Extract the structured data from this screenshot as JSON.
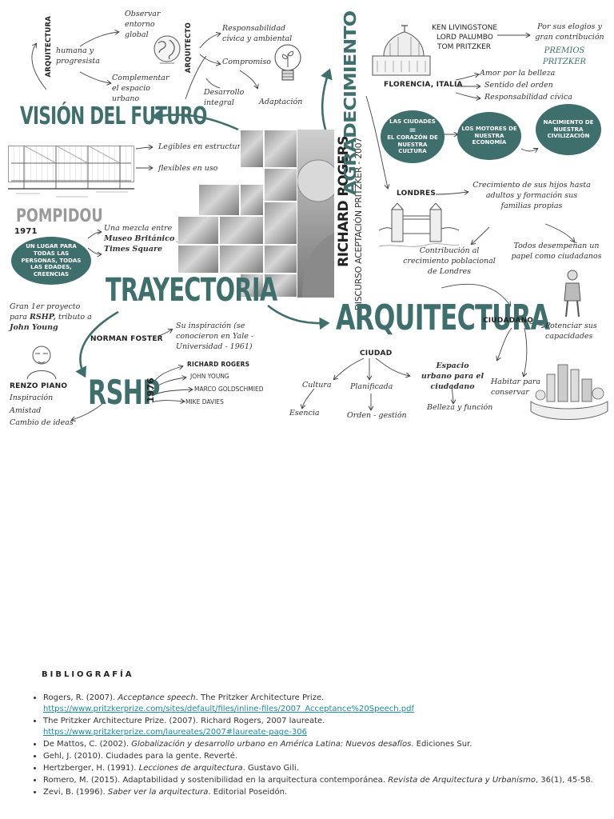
{
  "vision": {
    "title": "VISIÓN DEL FUTURO",
    "arquitectura_label": "ARQUITECTURA",
    "humana": "humana y progresista",
    "observar": "Observar entorno global",
    "complementar": "Complementar el espacio urbano",
    "arquitecto_label": "ARQUITECTO",
    "responsabilidad": "Responsabilidad cívica y ambiental",
    "compromiso": "Compromiso",
    "desarrollo": "Desarrollo integral",
    "adaptacion": "Adaptación",
    "legibles": "Legibles en estructura",
    "flexibles": "flexibles en uso"
  },
  "pompidou": {
    "title": "POMPIDOU",
    "year": "1971",
    "bubble": "UN LUGAR PARA TODAS LAS PERSONAS, TODAS LAS EDADES, CREENCIAS",
    "mezcla_pre": "Una mezcla entre",
    "mezcla_b1": "Museo Británico",
    "mezcla_mid": "y",
    "mezcla_b2": "Times Square"
  },
  "center": {
    "name": "RICHARD ROGERS",
    "subtitle": "DISCURSO ACEPTACIÓN PRITZKER - 2007"
  },
  "trayectoria": {
    "title": "TRAYECTORIA",
    "gran_pre": "Gran 1er proyecto para",
    "gran_b1": "RSHP,",
    "gran_mid": "tributo a",
    "gran_b2": "John Young",
    "norman": "NORMAN FOSTER",
    "inspiracion": "Su inspiración (se conocieron en Yale - Universidad - 1961)",
    "rshp": "RSHP",
    "rshp_year": "1976",
    "members": [
      "RICHARD ROGERS",
      "JOHN YOUNG",
      "MARCO GOLDSCHMIED",
      "MIKE DAVIES"
    ],
    "renzo": "RENZO PIANO",
    "renzo_notes": [
      "Inspiración",
      "Amistad",
      "Cambio de ideas"
    ]
  },
  "agradecimiento": {
    "title": "AGRADECIMIENTO",
    "names": [
      "KEN LIVINGSTONE",
      "LORD PALUMBO",
      "TOM PRITZKER"
    ],
    "elogios": "Por sus elogios y gran contribución",
    "premios": "PREMIOS PRITZKER",
    "florencia": "FLORENCIA, ITALIA",
    "florencia_notes": [
      "Amor por la belleza",
      "Sentido del orden",
      "Responsabilidad cívica"
    ],
    "bubble1_top": "LAS CIUDADES",
    "bubble1_eq": "=",
    "bubble1_bottom": "EL CORAZÓN DE NUESTRA CULTURA",
    "bubble2": "LOS MOTORES DE NUESTRA ECONOMÍA",
    "bubble3": "NACIMIENTO DE NUESTRA CIVILIZACIÓN",
    "londres": "LONDRES",
    "crecimiento": "Crecimiento de sus hijos hasta adultos y formación sus familias propias",
    "contribucion": "Contribución al crecimiento poblacional de Londres",
    "todos": "Todos desempeñan un papel como ciudadanos"
  },
  "arquitectura": {
    "title": "ARQUITECTURA",
    "ciudad": "CIUDAD",
    "cultura": "Cultura",
    "esencia": "Esencia",
    "planificada": "Planificada",
    "orden": "Orden - gestión",
    "espacio": "Espacio urbano para el ciudadano",
    "belleza": "Belleza y función",
    "ciudadano": "CIUDADANO",
    "potenciar": "Potenciar sus capacidades",
    "habitar": "Habitar para conservar"
  },
  "bibliografia": {
    "title": "BIBLIOGRAFÍA",
    "entries": [
      {
        "pre": "Rogers, R. (2007). ",
        "it": "Acceptance speech",
        "post": ". The Pritzker Architecture Prize.",
        "url": "https://www.pritzkerprize.com/sites/default/files/inline-files/2007_Acceptance%20Speech.pdf"
      },
      {
        "pre": "The Pritzker Architecture Prize. (2007). Richard Rogers, 2007 laureate.",
        "it": "",
        "post": "",
        "url": "https://www.pritzkerprize.com/laureates/2007#laureate-page-306"
      },
      {
        "pre": "De Mattos, C. (2002). ",
        "it": "Globalización y desarrollo urbano en América Latina: Nuevos desafíos",
        "post": ". Ediciones Sur.",
        "url": ""
      },
      {
        "pre": "Gehl, J. (2010). Ciudades para la gente. Reverté.",
        "it": "",
        "post": "",
        "url": ""
      },
      {
        "pre": "Hertzberger, H. (1991). ",
        "it": "Lecciones de arquitectura",
        "post": ". Gustavo Gili.",
        "url": ""
      },
      {
        "pre": "Romero, M. (2015). Adaptabilidad y sostenibilidad en la arquitectura contemporánea. ",
        "it": "Revista de Arquitectura y Urbanismo",
        "post": ", 36(1), 45-58.",
        "url": ""
      },
      {
        "pre": "Zevi, B. (1996). ",
        "it": "Saber ver la arquitectura",
        "post": ". Editorial Poseidón.",
        "url": ""
      }
    ]
  }
}
